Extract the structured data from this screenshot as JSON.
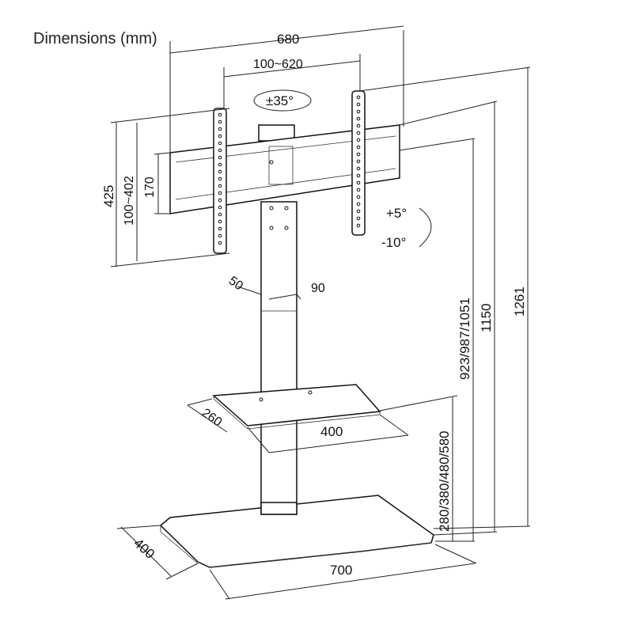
{
  "heading": "Dimensions (mm)",
  "dimensions": {
    "overall_width": "680",
    "vesa_width": "100~620",
    "swivel": "±35°",
    "overall_height_bracket": "425",
    "vesa_height": "100~402",
    "rail_height": "170",
    "tilt_up": "+5°",
    "tilt_down": "-10°",
    "column_depth": "50",
    "column_width": "90",
    "tv_heights": "923/987/1051",
    "height_1150": "1150",
    "height_1261": "1261",
    "shelf_depth": "260",
    "shelf_width": "400",
    "shelf_heights": "280/380/480/580",
    "base_depth": "400",
    "base_width": "700"
  }
}
